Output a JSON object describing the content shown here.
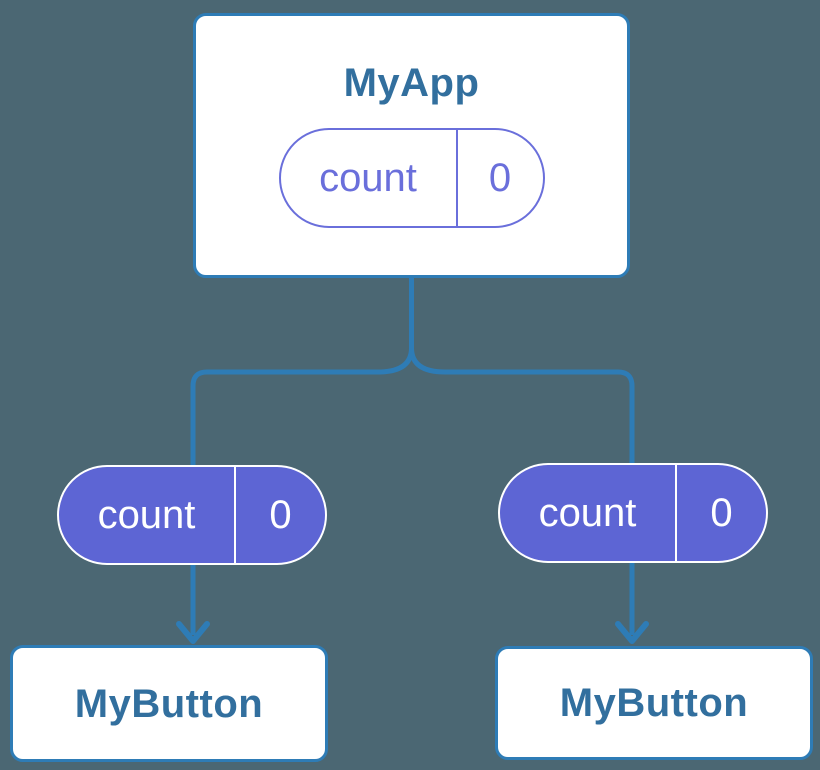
{
  "canvas": {
    "background": "#4b6773"
  },
  "colors": {
    "line_blue": "#2e7cb6",
    "text_blue": "#326f9e",
    "purple_outline": "#6a6fdb",
    "purple_fill": "#5d65d4",
    "white": "#ffffff"
  },
  "tree": {
    "root": {
      "title": "MyApp",
      "state_pill": {
        "label": "count",
        "value": "0",
        "variant": "outline"
      }
    },
    "children": [
      {
        "title": "MyButton",
        "state_pill": {
          "label": "count",
          "value": "0",
          "variant": "filled"
        }
      },
      {
        "title": "MyButton",
        "state_pill": {
          "label": "count",
          "value": "0",
          "variant": "filled"
        }
      }
    ]
  }
}
